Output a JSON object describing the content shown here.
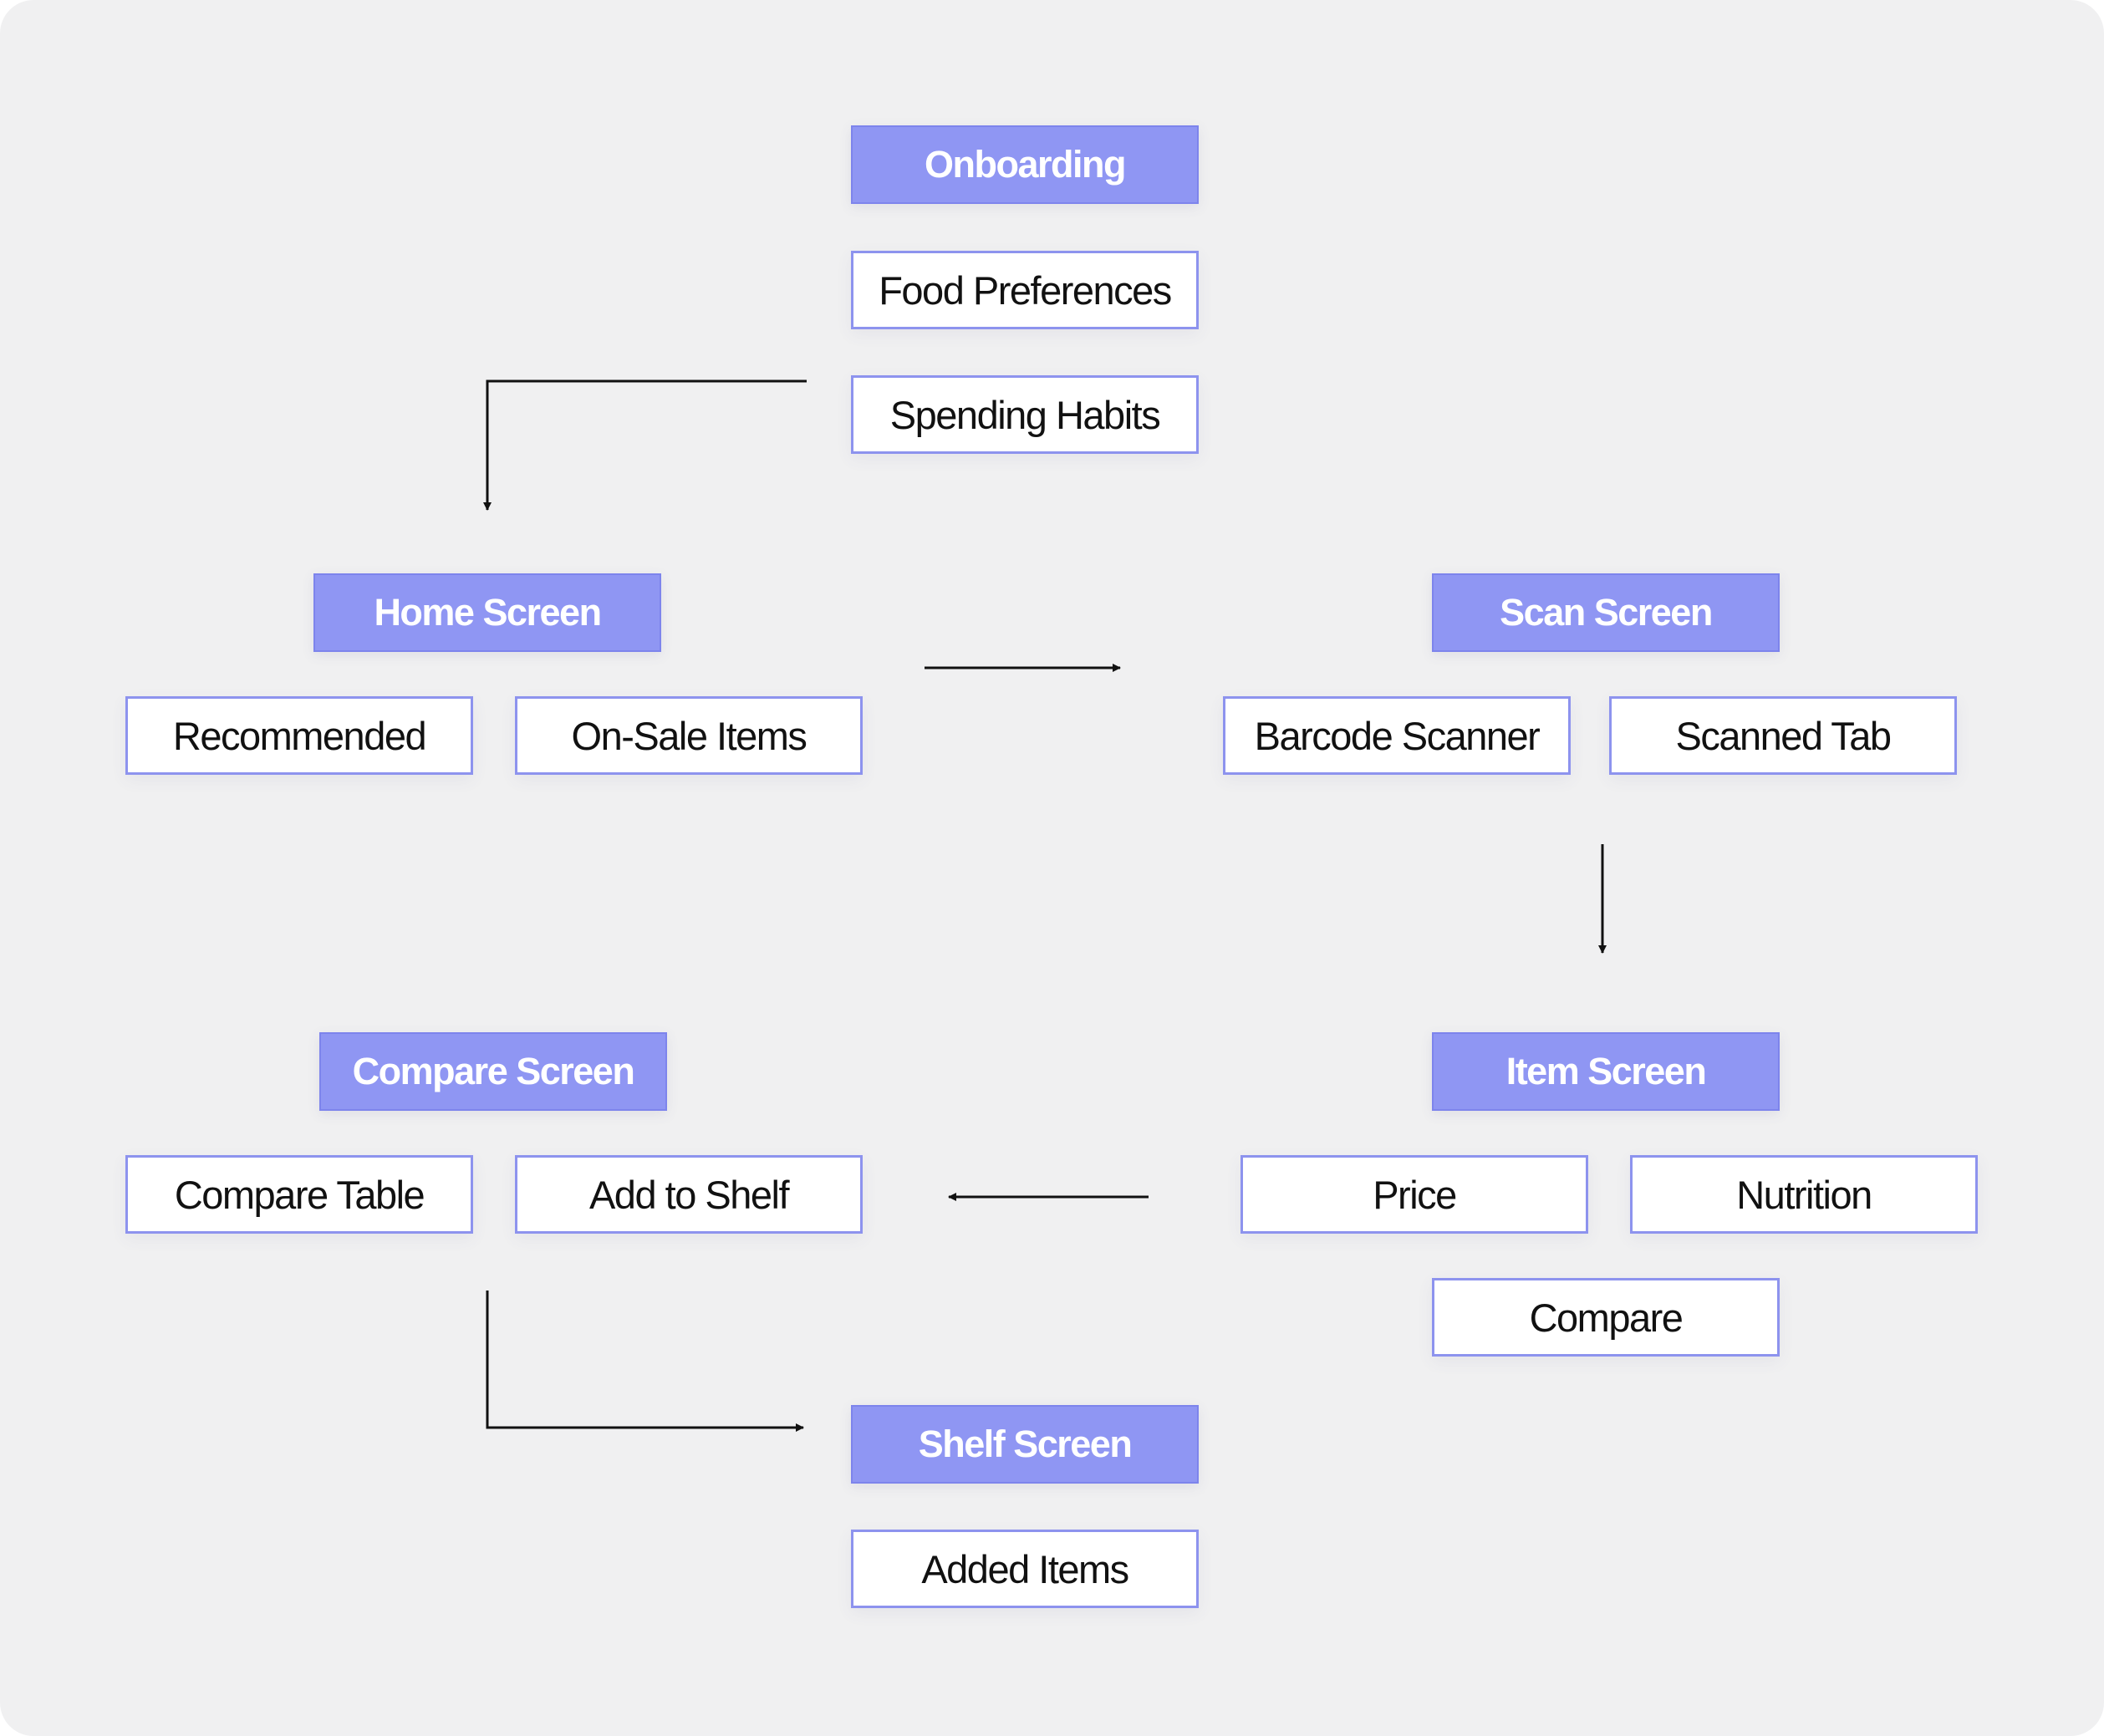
{
  "nodes": {
    "onboarding": "Onboarding",
    "food_preferences": "Food Preferences",
    "spending_habits": "Spending Habits",
    "home_screen": "Home Screen",
    "recommended": "Recommended",
    "on_sale_items": "On-Sale Items",
    "scan_screen": "Scan Screen",
    "barcode_scanner": "Barcode Scanner",
    "scanned_tab": "Scanned Tab",
    "item_screen": "Item Screen",
    "price": "Price",
    "nutrition": "Nutrition",
    "compare": "Compare",
    "compare_screen": "Compare Screen",
    "compare_table": "Compare Table",
    "add_to_shelf": "Add to Shelf",
    "shelf_screen": "Shelf Screen",
    "added_items": "Added Items"
  },
  "colors": {
    "background": "#f0f0f1",
    "header_fill": "#8f96f3",
    "item_border": "#8d93ee",
    "arrow": "#111111"
  }
}
